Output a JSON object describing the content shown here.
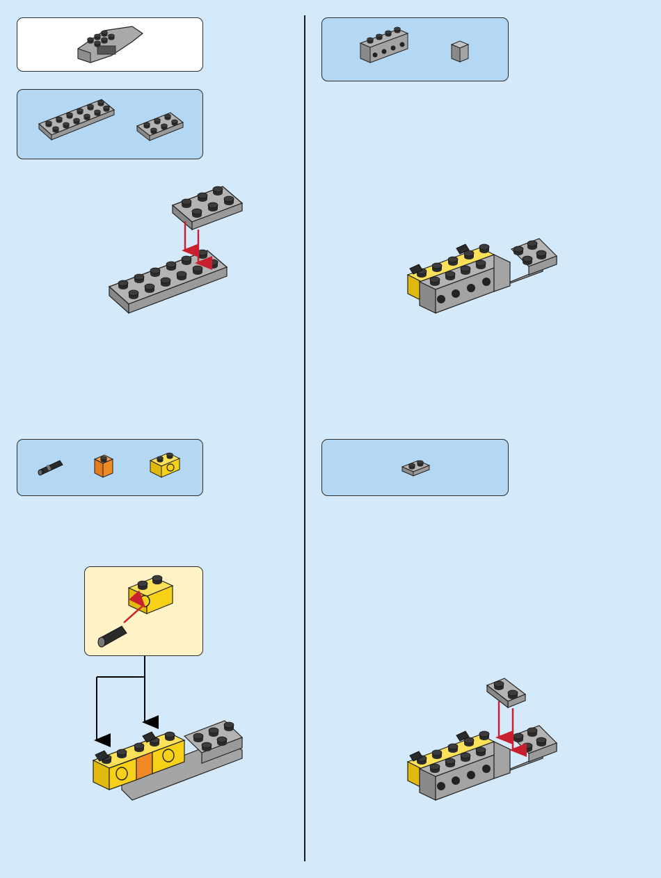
{
  "page": {
    "background_color": "#d4eafb",
    "steps": [
      {
        "parts": [
          {
            "icon": "gray-2x6-plate-icon",
            "color": "#a3a3a3"
          },
          {
            "icon": "gray-2x3-plate-icon",
            "color": "#a3a3a3"
          }
        ],
        "assembly": "place-2x3-plate-on-2x6-plate"
      },
      {
        "parts": [
          {
            "icon": "black-connector-pin-icon",
            "color": "#2b2b2b"
          },
          {
            "icon": "orange-1x1-brick-icon",
            "color": "#f08a24"
          },
          {
            "icon": "yellow-technic-brick-icon",
            "color": "#f7d117"
          }
        ],
        "callout": "insert-pin-into-technic-brick",
        "assembly": "add-bricks-with-pins"
      },
      {
        "parts": [
          {
            "icon": "gray-1x4-technic-brick-icon",
            "color": "#a3a3a3"
          },
          {
            "icon": "gray-1x1-brick-icon",
            "color": "#a3a3a3"
          }
        ],
        "assembly": "add-gray-bricks"
      },
      {
        "parts": [
          {
            "icon": "gray-1x2-plate-icon",
            "color": "#a3a3a3"
          }
        ],
        "assembly": "add-1x2-plate"
      }
    ],
    "submodel": {
      "icon": "gray-submodel-icon"
    },
    "colors": {
      "parts_box": "#b4d8f3",
      "callout_box": "#fff2c6",
      "arrow_red": "#c8202e",
      "arrow_black": "#000000"
    }
  }
}
